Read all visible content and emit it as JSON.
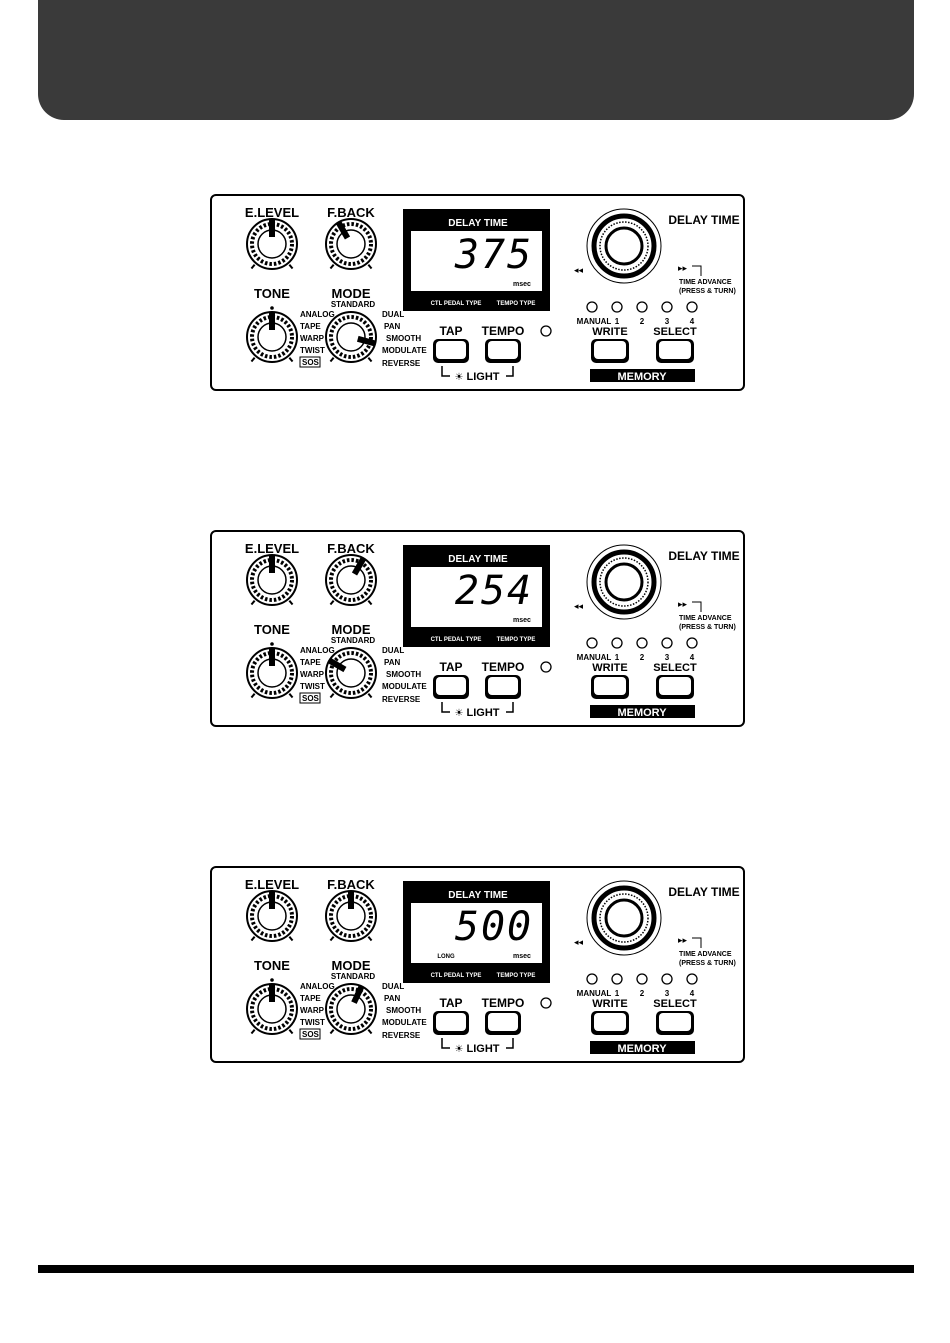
{
  "panels": [
    {
      "display": {
        "title": "DELAY TIME",
        "value": "375",
        "unit": "msec",
        "sub": "",
        "foot_left": "CTL PEDAL TYPE",
        "foot_right": "TEMPO TYPE"
      },
      "knobs": {
        "elevel_angle": 0,
        "fback_angle": -30,
        "tone_angle": 0,
        "mode_angle": 105
      },
      "labels": {
        "elevel": "E.LEVEL",
        "fback": "F.BACK",
        "tone": "TONE",
        "mode": "MODE",
        "delay_time": "DELAY TIME",
        "tap": "TAP",
        "tempo": "TEMPO",
        "light": "LIGHT",
        "write": "WRITE",
        "select": "SELECT",
        "memory": "MEMORY",
        "manual": "MANUAL",
        "n1": "1",
        "n2": "2",
        "n3": "3",
        "n4": "4",
        "time_advance": "TIME ADVANCE",
        "press_turn": "(PRESS & TURN)",
        "analog": "ANALOG",
        "tape": "TAPE",
        "warp": "WARP",
        "twist": "TWIST",
        "sos": "SOS",
        "standard": "STANDARD",
        "dual": "DUAL",
        "pan": "PAN",
        "smooth": "SMOOTH",
        "modulate": "MODULATE",
        "reverse": "REVERSE"
      }
    },
    {
      "display": {
        "title": "DELAY TIME",
        "value": "254",
        "unit": "msec",
        "sub": "",
        "foot_left": "CTL PEDAL TYPE",
        "foot_right": "TEMPO TYPE"
      },
      "knobs": {
        "elevel_angle": 0,
        "fback_angle": 30,
        "tone_angle": 0,
        "mode_angle": -60
      },
      "labels": {
        "elevel": "E.LEVEL",
        "fback": "F.BACK",
        "tone": "TONE",
        "mode": "MODE",
        "delay_time": "DELAY TIME",
        "tap": "TAP",
        "tempo": "TEMPO",
        "light": "LIGHT",
        "write": "WRITE",
        "select": "SELECT",
        "memory": "MEMORY",
        "manual": "MANUAL",
        "n1": "1",
        "n2": "2",
        "n3": "3",
        "n4": "4",
        "time_advance": "TIME ADVANCE",
        "press_turn": "(PRESS & TURN)",
        "analog": "ANALOG",
        "tape": "TAPE",
        "warp": "WARP",
        "twist": "TWIST",
        "sos": "SOS",
        "standard": "STANDARD",
        "dual": "DUAL",
        "pan": "PAN",
        "smooth": "SMOOTH",
        "modulate": "MODULATE",
        "reverse": "REVERSE"
      }
    },
    {
      "display": {
        "title": "DELAY TIME",
        "value": "500",
        "unit": "msec",
        "sub": "LONG",
        "foot_left": "CTL PEDAL TYPE",
        "foot_right": "TEMPO TYPE"
      },
      "knobs": {
        "elevel_angle": 0,
        "fback_angle": 0,
        "tone_angle": 0,
        "mode_angle": 25
      },
      "labels": {
        "elevel": "E.LEVEL",
        "fback": "F.BACK",
        "tone": "TONE",
        "mode": "MODE",
        "delay_time": "DELAY TIME",
        "tap": "TAP",
        "tempo": "TEMPO",
        "light": "LIGHT",
        "write": "WRITE",
        "select": "SELECT",
        "memory": "MEMORY",
        "manual": "MANUAL",
        "n1": "1",
        "n2": "2",
        "n3": "3",
        "n4": "4",
        "time_advance": "TIME ADVANCE",
        "press_turn": "(PRESS & TURN)",
        "analog": "ANALOG",
        "tape": "TAPE",
        "warp": "WARP",
        "twist": "TWIST",
        "sos": "SOS",
        "standard": "STANDARD",
        "dual": "DUAL",
        "pan": "PAN",
        "smooth": "SMOOTH",
        "modulate": "MODULATE",
        "reverse": "REVERSE"
      }
    }
  ]
}
